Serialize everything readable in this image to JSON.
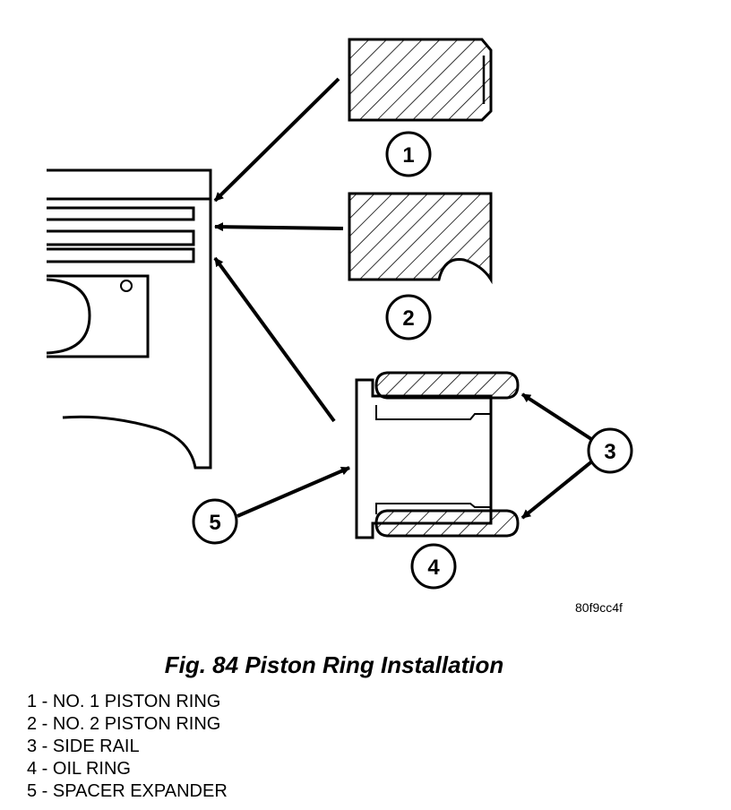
{
  "figure": {
    "code": "80f9cc4f",
    "caption": "Fig. 84 Piston Ring Installation"
  },
  "callouts": [
    "1",
    "2",
    "3",
    "4",
    "5"
  ],
  "legend": [
    "1 - NO. 1 PISTON RING",
    "2 - NO. 2 PISTON RING",
    "3 - SIDE RAIL",
    "4 - OIL RING",
    "5 - SPACER EXPANDER"
  ]
}
